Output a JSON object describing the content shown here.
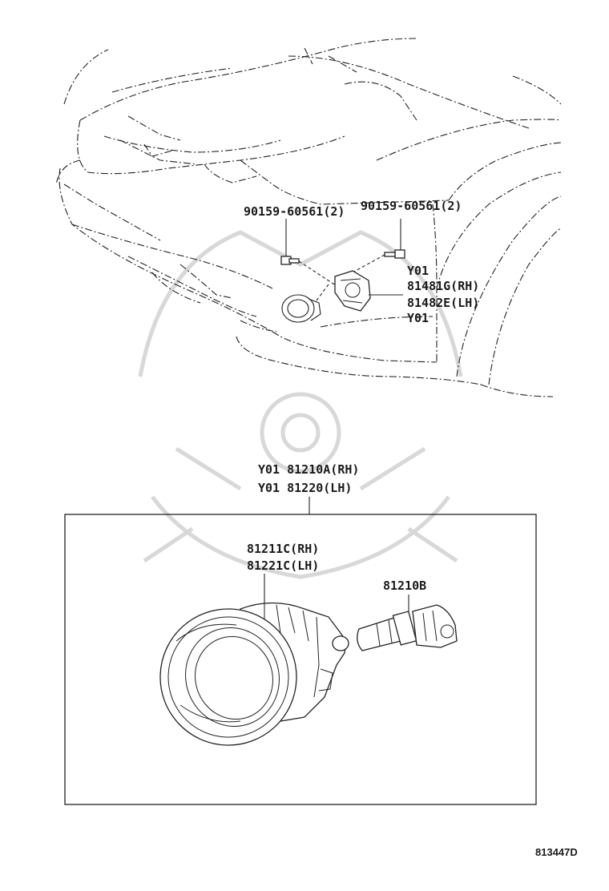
{
  "callouts": {
    "bolt_left": "90159-60561(2)",
    "bolt_right": "90159-60561(2)",
    "bracket_code_top": "Y01",
    "bracket_rh": "81481G(RH)",
    "bracket_lh": "81482E(LH)",
    "bracket_code_bottom": "Y01",
    "assembly_rh": "Y01 81210A(RH)",
    "assembly_lh": "Y01 81220(LH)",
    "unit_rh": "81211C(RH)",
    "unit_lh": "81221C(LH)",
    "bulb": "81210B"
  },
  "figure_number": "813447D"
}
